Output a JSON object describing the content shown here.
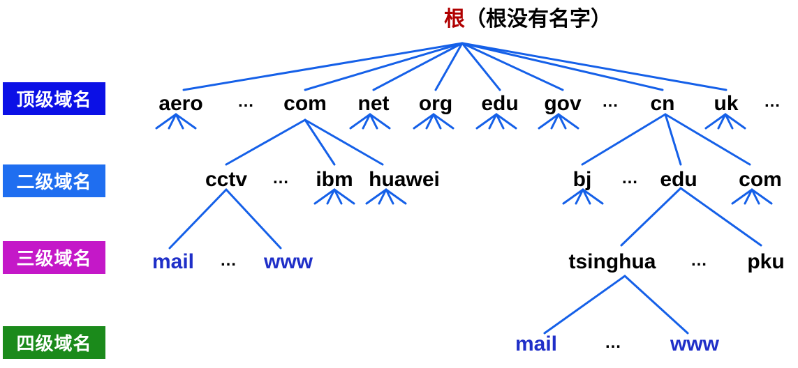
{
  "root": {
    "char": "根",
    "note": "（根没有名字）"
  },
  "levels": [
    {
      "label": "顶级域名",
      "color": "#0b10e6"
    },
    {
      "label": "二级域名",
      "color": "#1f6ef0"
    },
    {
      "label": "三级域名",
      "color": "#c418c8"
    },
    {
      "label": "四级域名",
      "color": "#1b8a1b"
    }
  ],
  "top_level": [
    "aero",
    "…",
    "com",
    "net",
    "org",
    "edu",
    "gov",
    "…",
    "cn",
    "uk",
    "…"
  ],
  "second_level_com": [
    "cctv",
    "…",
    "ibm",
    "huawei"
  ],
  "second_level_cn": [
    "bj",
    "…",
    "edu",
    "com"
  ],
  "third_level_cctv": [
    "mail",
    "…",
    "www"
  ],
  "third_level_edu": [
    "tsinghua",
    "…",
    "pku"
  ],
  "fourth_level_tsinghua": [
    "mail",
    "…",
    "www"
  ],
  "colors": {
    "line": "#1560e8",
    "root_char": "#b00000",
    "host_text": "#1f2fc8",
    "text": "#000000"
  }
}
